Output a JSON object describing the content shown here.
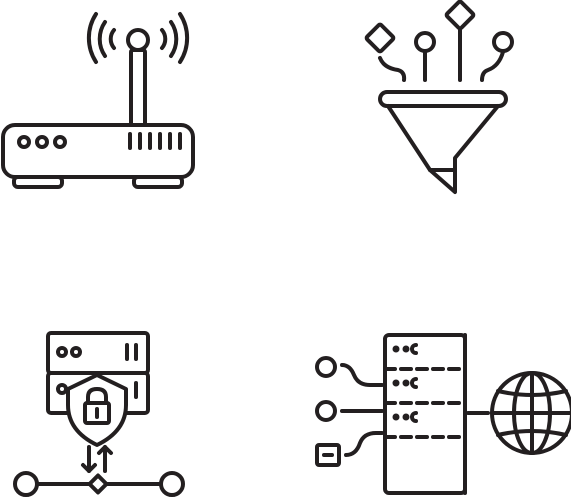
{
  "icons": [
    {
      "name": "router",
      "symbol": "wifi-router-icon"
    },
    {
      "name": "data-filtering",
      "symbol": "funnel-icon"
    },
    {
      "name": "secure-server-connection",
      "symbol": "server-shield-lock-icon"
    },
    {
      "name": "web-server-network",
      "symbol": "server-globe-icon"
    }
  ],
  "colors": {
    "stroke": "#231f20",
    "background": "#ffffff"
  }
}
